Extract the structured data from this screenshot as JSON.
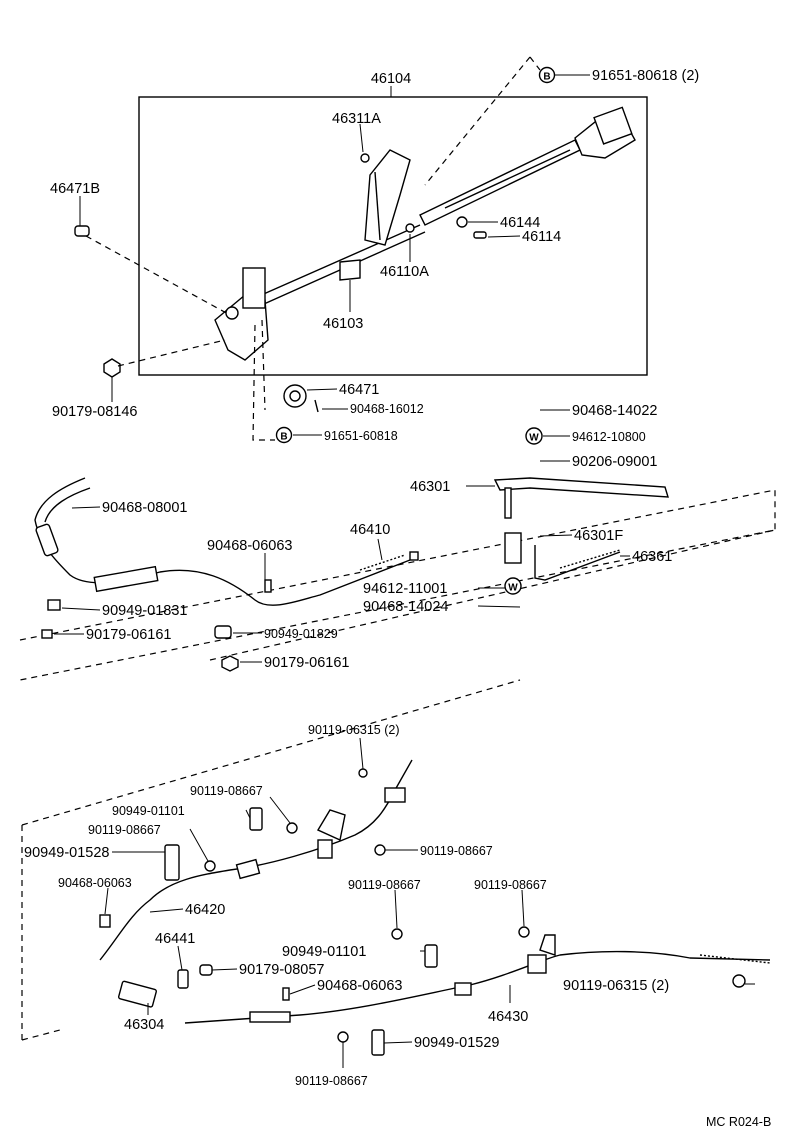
{
  "parts": {
    "p46104": "46104",
    "p91651_80618": "91651-80618 (2)",
    "p46311A": "46311A",
    "p46471B": "46471B",
    "p46144": "46144",
    "p46114": "46114",
    "p46110A": "46110A",
    "p46103": "46103",
    "p90179_08146": "90179-08146",
    "p46471": "46471",
    "p90468_16012": "90468-16012",
    "p91651_60818": "91651-60818",
    "p90468_14022": "90468-14022",
    "p94612_10800": "94612-10800",
    "p90206_09001": "90206-09001",
    "p46301": "46301",
    "p90468_08001": "90468-08001",
    "p46410": "46410",
    "p90468_06063_a": "90468-06063",
    "p46301F": "46301F",
    "p46361": "46361",
    "p94612_11001": "94612-11001",
    "p90468_14024": "90468-14024",
    "p90949_01831": "90949-01831",
    "p90179_06161_a": "90179-06161",
    "p90949_01829": "90949-01829",
    "p90179_06161_b": "90179-06161",
    "p90119_06315_a": "90119-06315 (2)",
    "p90119_08667_a": "90119-08667",
    "p90949_01101_a": "90949-01101",
    "p90119_08667_b": "90119-08667",
    "p90949_01528": "90949-01528",
    "p90119_08667_c": "90119-08667",
    "p90119_08667_d": "90119-08667",
    "p90119_08667_e": "90119-08667",
    "p90468_06063_b": "90468-06063",
    "p46420": "46420",
    "p46441": "46441",
    "p90179_08057": "90179-08057",
    "p90949_01101_b": "90949-01101",
    "p90468_06063_c": "90468-06063",
    "p46430": "46430",
    "p90119_06315_b": "90119-06315 (2)",
    "p46304": "46304",
    "p90949_01529": "90949-01529",
    "p90119_08667_f": "90119-08667"
  },
  "symbols": {
    "b": "B",
    "w": "W"
  },
  "ref_code": "MC R024-B"
}
